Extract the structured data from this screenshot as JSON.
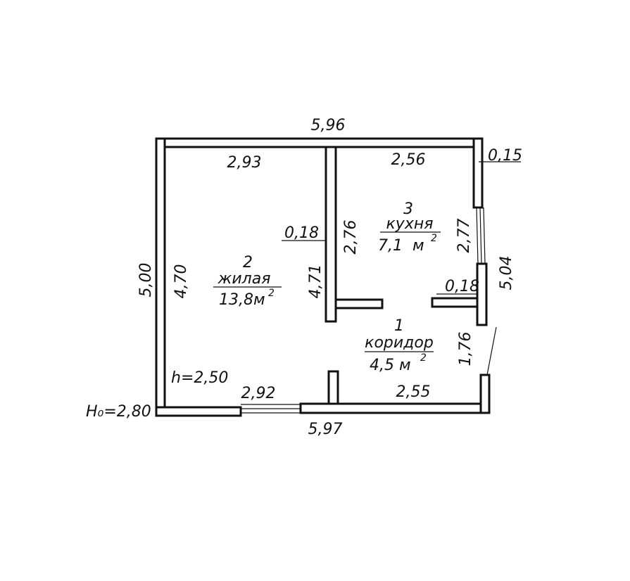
{
  "dimensions": {
    "top_outer": "5,96",
    "bottom_outer": "5,97",
    "left_outer": "5,00",
    "right_outer": "5,04",
    "living_top": "2,93",
    "kitchen_top": "2,56",
    "right_wall_thickness": "0,15",
    "partition_thickness": "0,18",
    "kitchen_partition_thickness": "0,18",
    "partition_height_upper": "2,76",
    "partition_height_lower": "4,71",
    "living_left": "4,70",
    "kitchen_window": "2,77",
    "right_door": "1,76",
    "bottom_window": "2,92",
    "corridor_bottom": "2,55",
    "ceiling_height": "h=2,50",
    "outer_height": "H₀=2,80"
  },
  "rooms": [
    {
      "number": "2",
      "name": "жилая",
      "area": "13,8м",
      "sup": "2"
    },
    {
      "number": "3",
      "name": "кухня",
      "area": "7,1  м",
      "sup": "2"
    },
    {
      "number": "1",
      "name": "коридор",
      "area": "4,5 м",
      "sup": "2"
    }
  ]
}
